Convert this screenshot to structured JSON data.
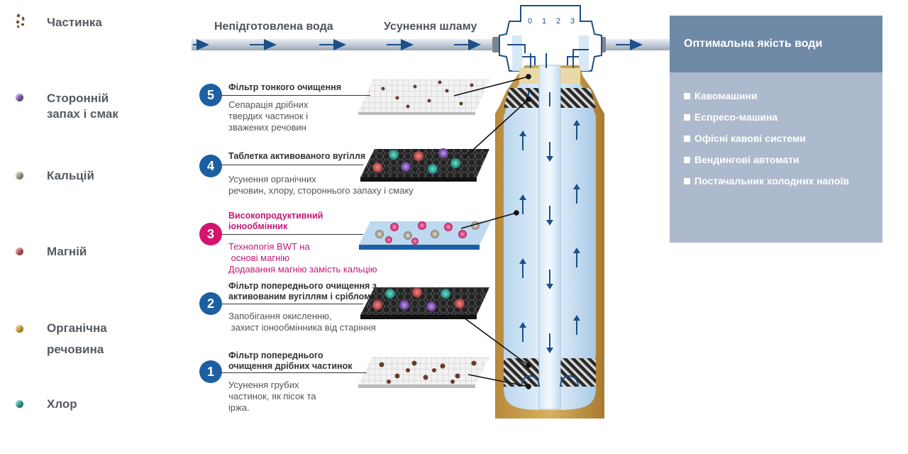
{
  "legend": [
    {
      "label": "Частинка",
      "icon": "particles-icon",
      "color": "#7a4a2a"
    },
    {
      "label": "Сторонній запах і смак",
      "icon": "purple-ball-icon",
      "color": "#8a5ab8"
    },
    {
      "label": "Кальцій",
      "icon": "gray-ball-icon",
      "color": "#a89f90"
    },
    {
      "label": "Магній",
      "icon": "red-ball-icon",
      "color": "#c45a5a"
    },
    {
      "label": "Органічна речовина",
      "icon": "yellow-ball-icon",
      "color": "#d4a93a"
    },
    {
      "label": "Хлор",
      "icon": "teal-ball-icon",
      "color": "#2aa89a"
    }
  ],
  "pipe": {
    "label_left": "Непідготовлена вода",
    "label_right": "Усунення шламу"
  },
  "dial": [
    "0",
    "1",
    "2",
    "3"
  ],
  "steps": [
    {
      "num": "5",
      "title": "Фільтр тонкого очищення",
      "desc": [
        "Сепарація дрібних",
        "твердих частинок і",
        "зважених речовин"
      ]
    },
    {
      "num": "4",
      "title": "Таблетка активованого вугілля",
      "desc": [
        "Усунення органічних",
        "речовин, хлору, стороннього запаху і смаку"
      ]
    },
    {
      "num": "3",
      "title": [
        "Високопродуктивний",
        "іонообмінник"
      ],
      "desc": [
        "Технологія BWT на",
        " основі магнію",
        "Додавання магнію замість кальцію"
      ]
    },
    {
      "num": "2",
      "title": [
        "Фільтр попереднього очищення з",
        "активованим вугіллям і сріблом"
      ],
      "desc": [
        "Запобігання окисленню,",
        " захист іонообмінника від старіння"
      ]
    },
    {
      "num": "1",
      "title": [
        "Фільтр попереднього",
        "очищення дрібних частинок"
      ],
      "desc": [
        "Усунення грубих",
        "частинок, як пісок та",
        "іржа."
      ]
    }
  ],
  "panel": {
    "title": "Оптимальна якість води",
    "items": [
      "Кавомашини",
      "Еспресо-машина",
      "Офісні кавові системи",
      "Вендингові автомати",
      "Постачальник холодних напоїв"
    ]
  },
  "colors": {
    "accent_blue": "#1c5fa3",
    "accent_pink": "#d4136e",
    "housing_gold": "#c9a14a",
    "panel_head": "#6f8aa6",
    "panel_body": "#adb9cd"
  }
}
